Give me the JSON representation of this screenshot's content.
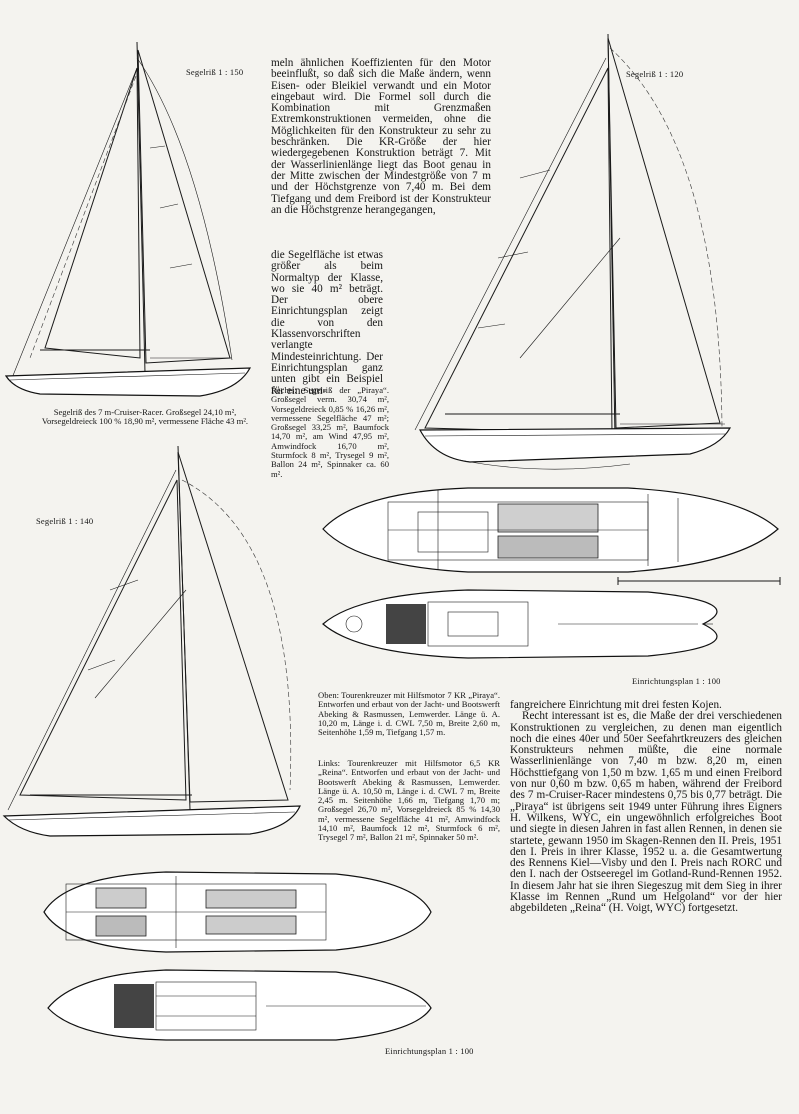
{
  "drawings": {
    "sail_top_left_scale": "Segelriß 1 : 150",
    "sail_top_right_scale": "Segelriß 1 : 120",
    "sail_mid_left_scale": "Segelriß 1 : 140",
    "plan_right_scale": "Einrichtungsplan 1 : 100",
    "plan_bottom_scale": "Einrichtungsplan 1 : 100"
  },
  "captions": {
    "top_left": "Segelriß des 7 m-Cruiser-Racer. Großsegel 24,10 m², Vorsegeldreieck 100 % 18,90 m², vermessene Fläche 43 m².",
    "rechts": "Rechts: Segelriß der „Piraya“. Großsegel verm. 30,74 m², Vorsegeldreieck 0,85 % 16,26 m², vermessene Segelfläche 47 m²; Großsegel 33,25 m², Baumfock 14,70 m², am Wind 47,95 m², Amwindfock 16,70 m², Sturmfock 8 m², Trysegel 9 m², Ballon 24 m², Spinnaker ca. 60 m².",
    "oben": "Oben: Tourenkreuzer mit Hilfsmotor 7 KR „Piraya“. Entworfen und erbaut von der Jacht- und Bootswerft Abeking & Rasmussen, Lemwerder. Länge ü. A. 10,20 m, Länge i. d. CWL 7,50 m, Breite 2,60 m, Seitenhöhe 1,59 m, Tiefgang 1,57 m.",
    "links": "Links: Tourenkreuzer mit Hilfsmotor 6,5 KR „Reina“. Entworfen und erbaut von der Jacht- und Bootswerft Abeking & Rasmussen, Lemwerder. Länge ü. A. 10,50 m, Länge i. d. CWL 7 m, Breite 2,45 m. Seitenhöhe 1,66 m, Tiefgang 1,70 m; Großsegel 26,70 m², Vorsegeldreieck 85 % 14,30 m², vermessene Segelfläche 41 m², Amwindfock 14,10 m², Baumfock 12 m², Sturmfock 6 m², Trysegel 7 m², Ballon 21 m², Spinnaker 50 m²."
  },
  "article": {
    "col1": "meln ähnlichen Koeffizienten für den Motor beeinflußt, so daß sich die Maße ändern, wenn Eisen- oder Bleikiel verwandt und ein Motor eingebaut wird. Die Formel soll durch die Kombination mit Grenzmaßen Extremkonstruktionen vermeiden, ohne die Möglichkeiten für den Konstrukteur zu sehr zu beschränken. Die KR-Größe der hier wiedergegebenen Konstruktion beträgt 7. Mit der Wasserlinienlänge liegt das Boot genau in der Mitte zwischen der Mindestgröße von 7 m und der Höchstgrenze von 7,40 m. Bei dem Tiefgang und dem Freibord ist der Konstrukteur an die Höchstgrenze herangegangen,",
    "col1_narrow": "die Segelfläche ist etwas größer als beim Normaltyp der Klasse, wo sie 40 m² beträgt. Der obere Einrichtungsplan zeigt die von den Klassenvorschriften verlangte Mindesteinrichtung. Der Einrichtungsplan ganz unten gibt ein Beispiel für eine um-",
    "col2_p1": "fangreichere Einrichtung mit drei festen Kojen.",
    "col2_p2": "Recht interessant ist es, die Maße der drei verschiedenen Konstruktionen zu vergleichen, zu denen man eigentlich noch die eines 40er und 50er Seefahrtkreuzers des gleichen Konstrukteurs nehmen müßte, die eine normale Wasserlinienlänge von 7,40 m bzw. 8,20 m, einen Höchsttiefgang von 1,50 m bzw. 1,65 m und einen Freibord von nur 0,60 m bzw. 0,65 m haben, während der Freibord des 7 m-Cruiser-Racer mindestens 0,75 bis 0,77 beträgt. Die „Piraya“ ist übrigens seit 1949 unter Führung ihres Eigners H. Wilkens, WYC, ein ungewöhnlich erfolgreiches Boot und siegte in diesen Jahren in fast allen Rennen, in denen sie startete, gewann 1950 im Skagen-Rennen den II. Preis, 1951 den I. Preis in ihrer Klasse, 1952 u. a. die Gesamtwertung des Rennens Kiel—Visby und den I. Preis nach RORC und den I. nach der Ostseeregel im Gotland-Rund-Rennen 1952. In diesem Jahr hat sie ihren Siegeszug mit dem Sieg in ihrer Klasse im Rennen „Rund um Helgoland“ vor der hier abgebildeten „Reina“ (H. Voigt, WYC) fortgesetzt."
  }
}
